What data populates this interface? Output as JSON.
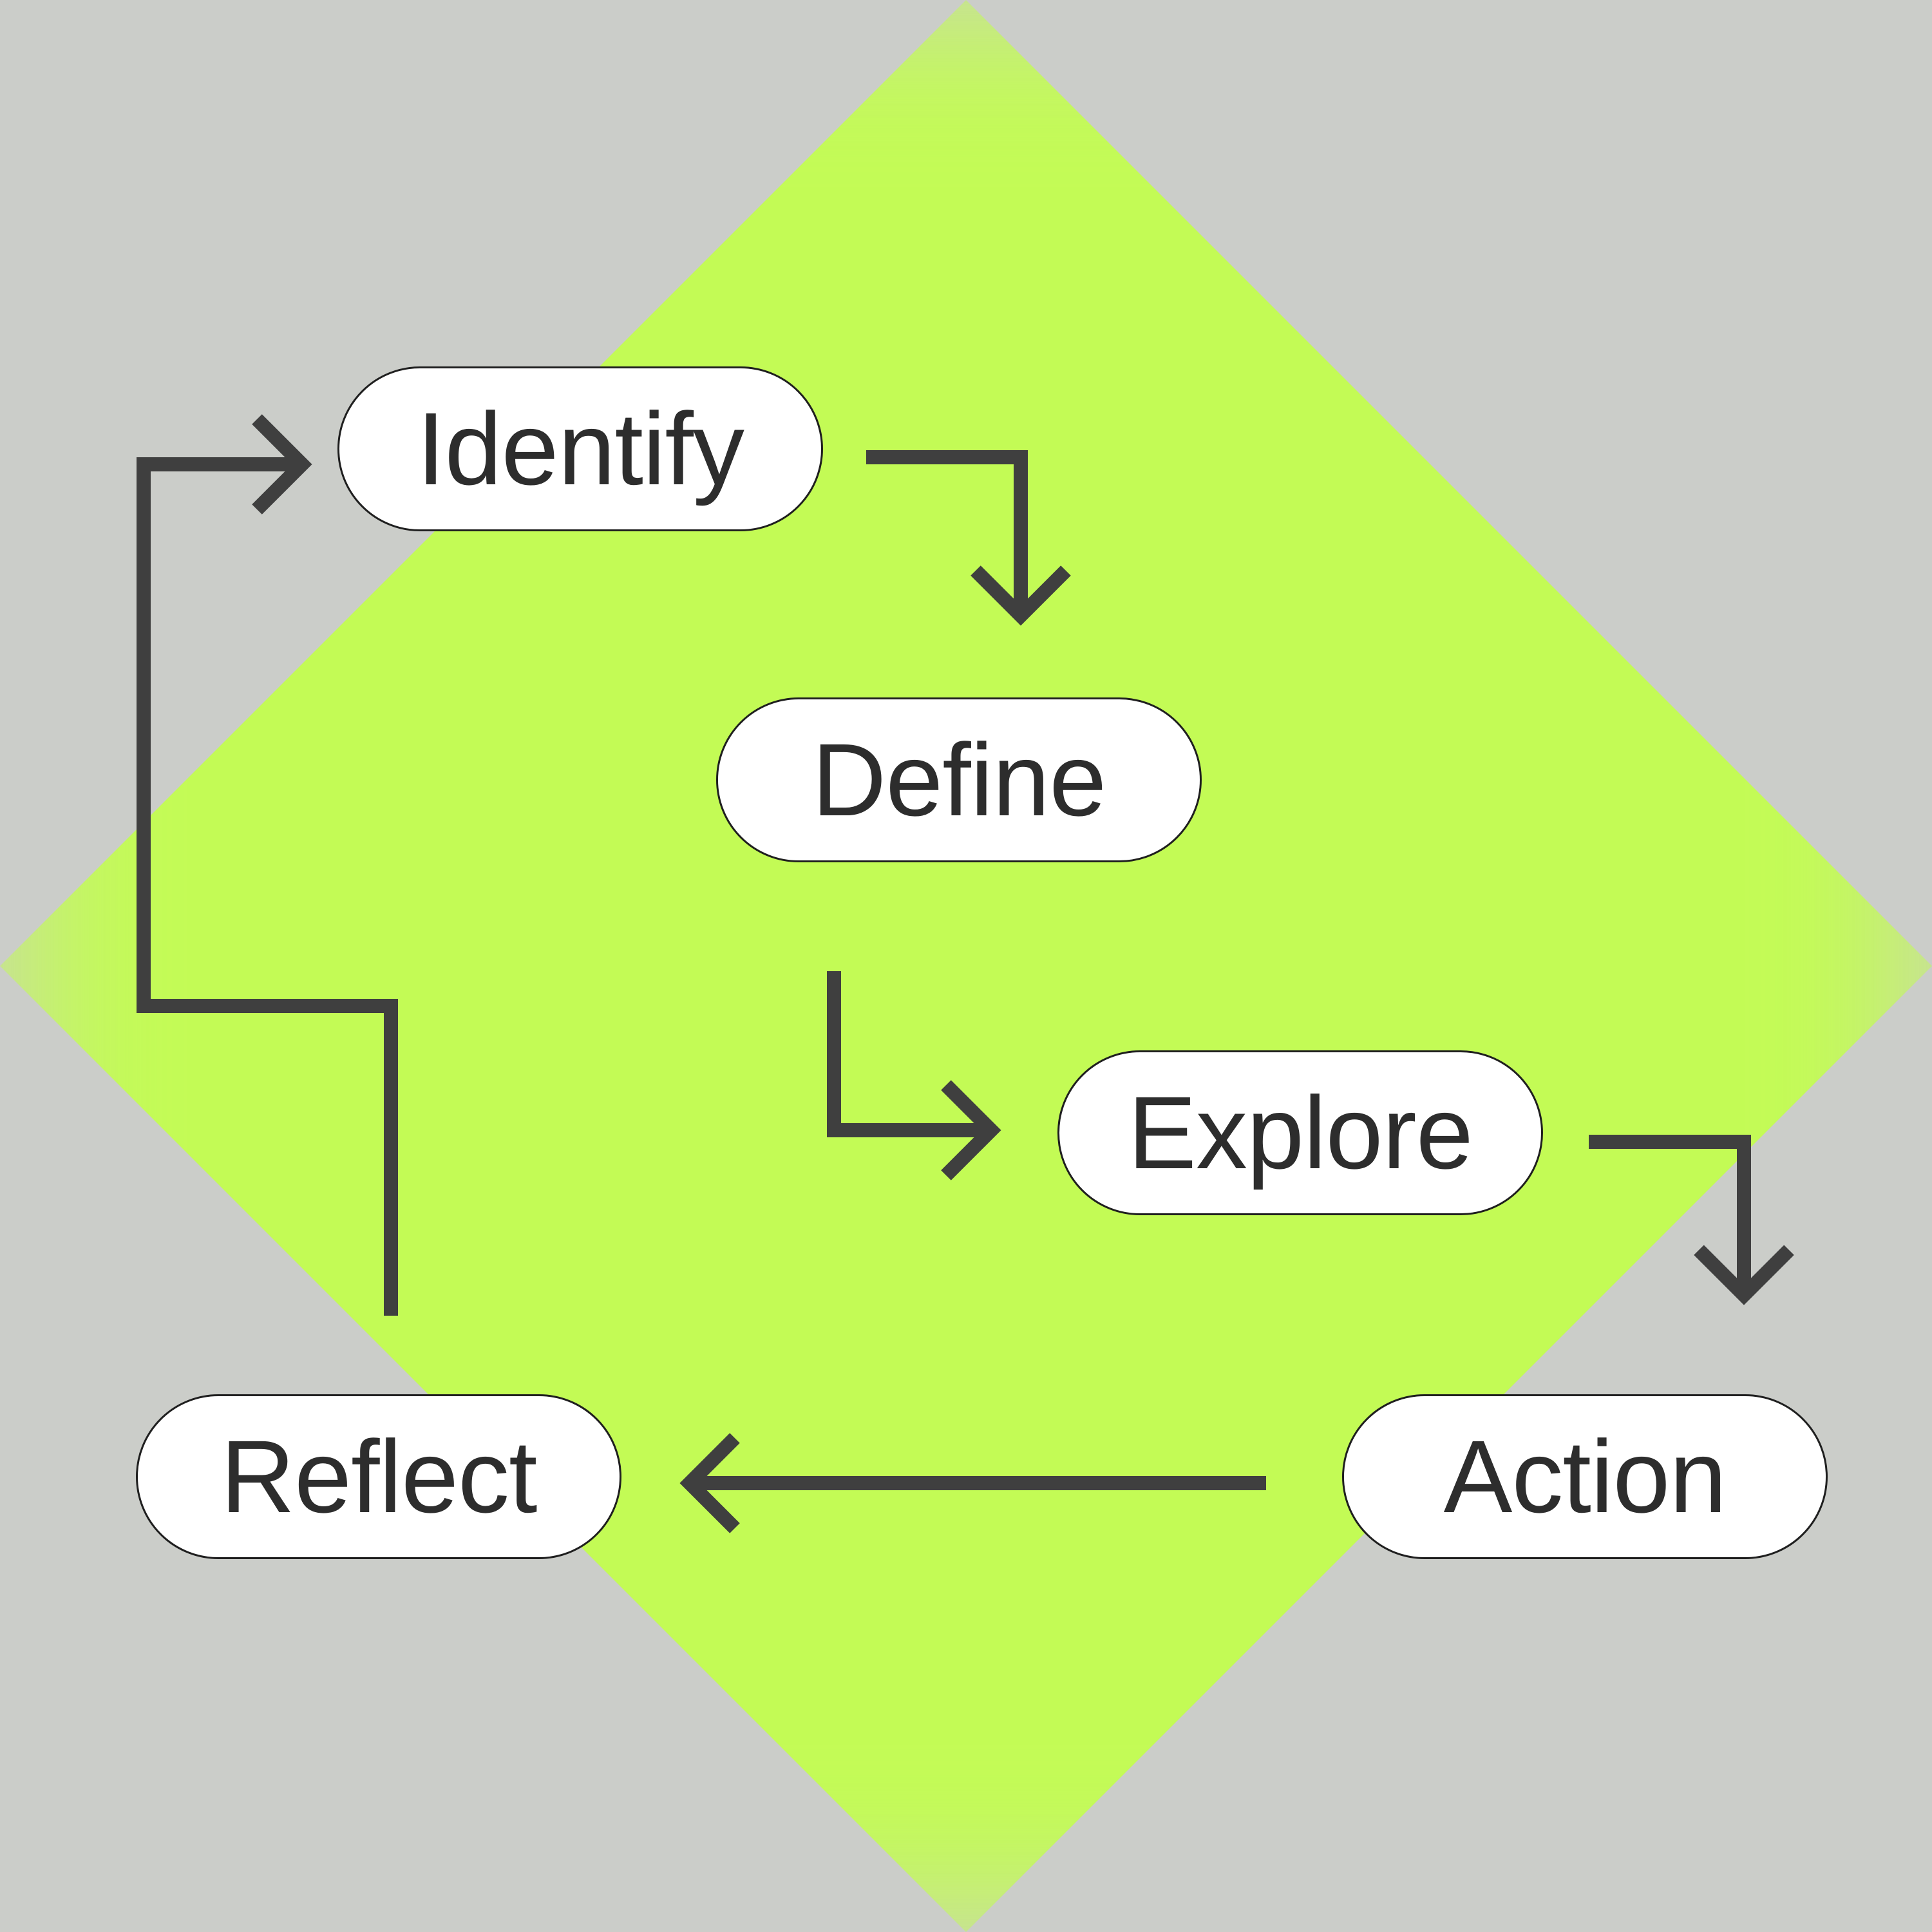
{
  "diagram": {
    "type": "cycle-flow",
    "colors": {
      "background": "#cbcdc9",
      "glow": "#c3fb55",
      "node_fill": "#ffffff",
      "node_border": "#1f1f1f",
      "text": "#2d2d2d",
      "arrow": "#3f3f3f"
    },
    "nodes": [
      {
        "id": "identify",
        "label": "Identify"
      },
      {
        "id": "define",
        "label": "Define"
      },
      {
        "id": "explore",
        "label": "Explore"
      },
      {
        "id": "action",
        "label": "Action"
      },
      {
        "id": "reflect",
        "label": "Reflect"
      }
    ],
    "edges": [
      {
        "from": "identify",
        "to": "define"
      },
      {
        "from": "define",
        "to": "explore"
      },
      {
        "from": "explore",
        "to": "action"
      },
      {
        "from": "action",
        "to": "reflect"
      },
      {
        "from": "reflect",
        "to": "identify"
      }
    ]
  }
}
